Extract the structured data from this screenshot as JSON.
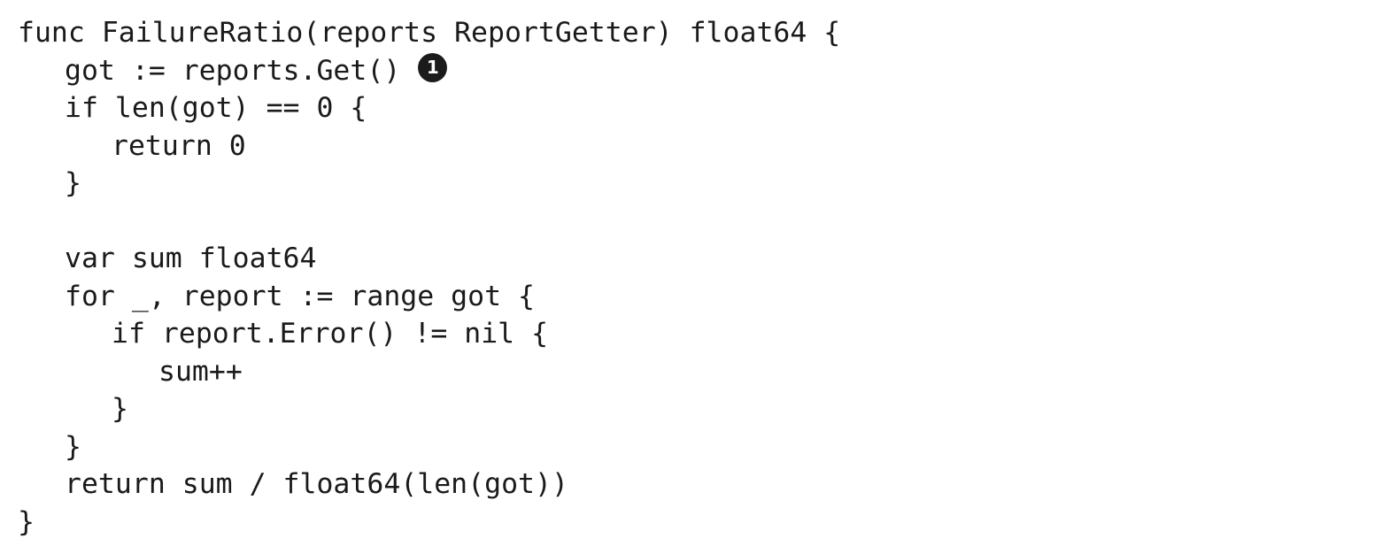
{
  "code": {
    "lines": [
      "func FailureRatio(reports ReportGetter) float64 {",
      "got := reports.Get()",
      "if len(got) == 0 {",
      "return 0",
      "}",
      "",
      "var sum float64",
      "for _, report := range got {",
      "if report.Error() != nil {",
      "sum++",
      "}",
      "}",
      "return sum / float64(len(got))",
      "}"
    ],
    "callouts": [
      "1"
    ]
  }
}
